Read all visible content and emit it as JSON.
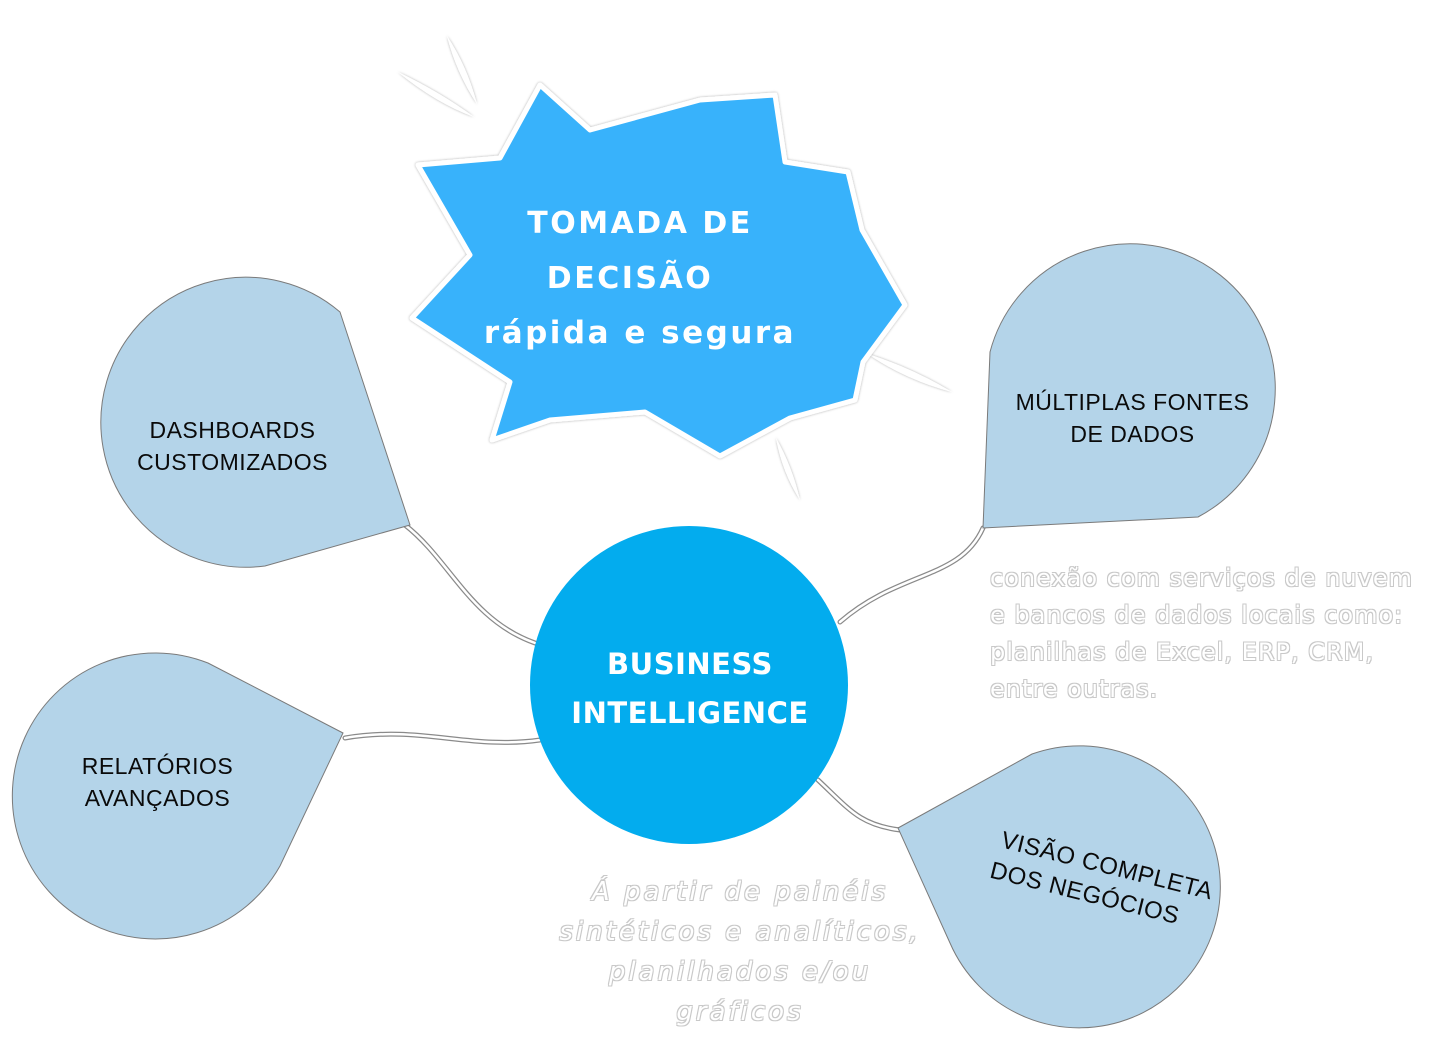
{
  "burst": {
    "line1": "TOMADA DE",
    "line2": "DECISÃO",
    "line3": "rápida e segura"
  },
  "center": {
    "line1": "BUSINESS",
    "line2": "INTELLIGENCE"
  },
  "nodes": {
    "dashboards": {
      "line1": "DASHBOARDS",
      "line2": "CUSTOMIZADOS"
    },
    "relatorios": {
      "line1": "RELATÓRIOS",
      "line2": "AVANÇADOS"
    },
    "fontes": {
      "line1": "MÚLTIPLAS FONTES",
      "line2": "DE DADOS"
    },
    "visao": {
      "line1": "VISÃO COMPLETA",
      "line2": "DOS NEGÓCIOS"
    }
  },
  "notes": {
    "fontes": {
      "line1": "conexão com serviços de nuvem",
      "line2": "e bancos de dados locais como:",
      "line3": "planilhas de Excel, ERP, CRM,",
      "line4": "entre outras."
    },
    "center": {
      "line1": "Á partir de painéis",
      "line2": "sintéticos e analíticos,",
      "line3": "planilhados e/ou",
      "line4": "gráficos"
    }
  },
  "colors": {
    "burst": "#38b2fb",
    "center": "#03acee",
    "node": "#b4d4e9",
    "outline": "#7a7a7a"
  }
}
